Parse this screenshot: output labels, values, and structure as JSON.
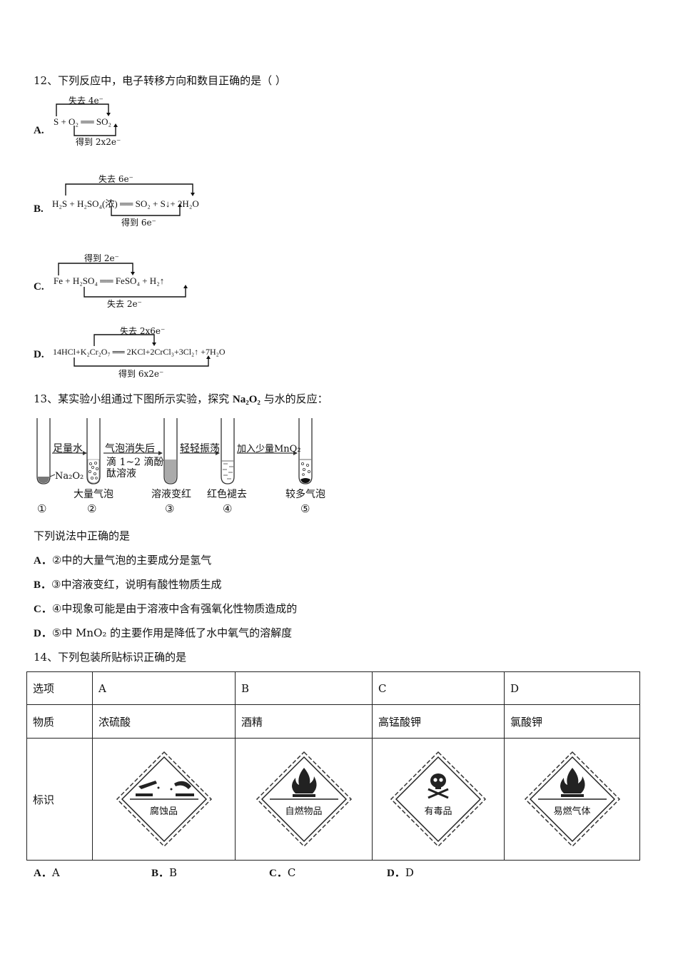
{
  "q12": {
    "stem": "12、下列反应中，电子转移方向和数目正确的是（    ）",
    "options": [
      {
        "label": "A.",
        "equation": "S + O₂ ══ SO₂",
        "top": "失去 4e⁻",
        "bottom": "得到 2x2e⁻"
      },
      {
        "label": "B.",
        "equation": "H₂S + H₂SO₄(浓) ══ SO₂ + S↓+ 2H₂O",
        "top": "失去 6e⁻",
        "bottom": "得到 6e⁻"
      },
      {
        "label": "C.",
        "equation": "Fe + H₂SO₄ ══ FeSO₄ + H₂↑",
        "top": "得到 2e⁻",
        "bottom": "失去 2e⁻"
      },
      {
        "label": "D.",
        "equation": "14HCl+K₂Cr₂O₇ ══ 2KCl+2CrCl₃+3Cl₂↑ +7H₂O",
        "top": "失去 2x6e⁻",
        "bottom": "得到 6x2e⁻"
      }
    ]
  },
  "q13": {
    "stem_pre": "13、某实验小组通过下图所示实验，探究 ",
    "stem_chem": "Na₂O₂",
    "stem_post": " 与水的反应：",
    "diagram": {
      "arrows": [
        "足量水",
        "气泡消失后",
        "滴 1~2 滴酚",
        "酞溶液",
        "轻轻振荡",
        "加入少量MnO₂"
      ],
      "reagent": "Na₂O₂",
      "observations": [
        "大量气泡",
        "溶液变红",
        "红色褪去",
        "较多气泡"
      ],
      "steps": [
        "①",
        "②",
        "③",
        "④",
        "⑤"
      ]
    },
    "prompt": "下列说法中正确的是",
    "options": [
      {
        "label": "A．",
        "text": "②中的大量气泡的主要成分是氢气"
      },
      {
        "label": "B．",
        "text": "③中溶液变红，说明有酸性物质生成"
      },
      {
        "label": "C．",
        "text": "④中现象可能是由于溶液中含有强氧化性物质造成的"
      },
      {
        "label": "D．",
        "text": "⑤中 MnO₂ 的主要作用是降低了水中氧气的溶解度"
      }
    ]
  },
  "q14": {
    "stem": "14、下列包装所贴标识正确的是",
    "table": {
      "row_headers": [
        "选项",
        "物质",
        "标识"
      ],
      "columns": [
        "A",
        "B",
        "C",
        "D"
      ],
      "substances": [
        "浓硫酸",
        "酒精",
        "高锰酸钾",
        "氯酸钾"
      ],
      "signs": [
        "腐蚀品",
        "自燃物品",
        "有毒品",
        "易燃气体"
      ]
    },
    "answers": [
      {
        "label": "A．",
        "text": "A"
      },
      {
        "label": "B．",
        "text": "B"
      },
      {
        "label": "C．",
        "text": "C"
      },
      {
        "label": "D．",
        "text": "D"
      }
    ]
  }
}
